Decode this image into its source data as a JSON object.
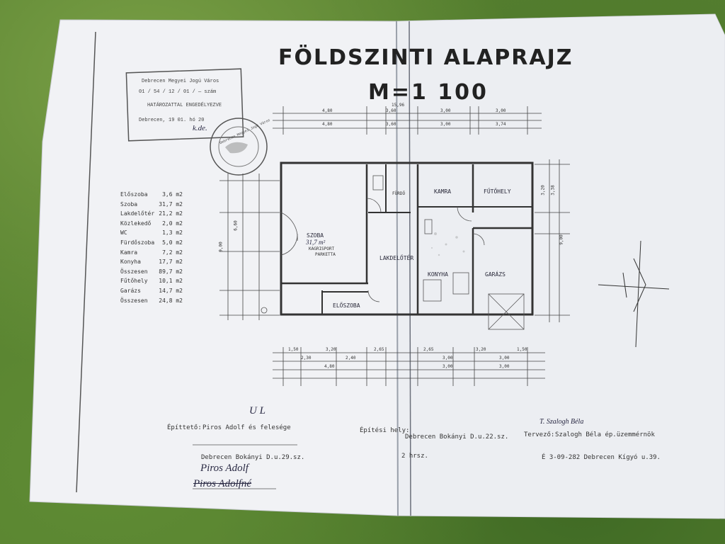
{
  "title": "FÖLDSZINTI ALAPRAJZ",
  "scale": "M=1 100",
  "stamp": {
    "line1": "Debrecen Megyei Jogú Város",
    "line2": "01 / 54 / 12 / 01 / — szám",
    "line3": "HATÁROZATTAL ENGEDÉLYEZVE",
    "line4": "Debrecen, 19 01. hó 20"
  },
  "seal_text": "Debrecen Megyei Jogú Város",
  "legend": [
    {
      "name": "Előszoba",
      "value": "3,6 m2"
    },
    {
      "name": "Szoba",
      "value": "31,7 m2"
    },
    {
      "name": "Lakdelőtér",
      "value": "21,2 m2"
    },
    {
      "name": "Közlekedő",
      "value": "2,0 m2"
    },
    {
      "name": "WC",
      "value": "1,3 m2"
    },
    {
      "name": "Fürdőszoba",
      "value": "5,0 m2"
    },
    {
      "name": "Kamra",
      "value": "7,2 m2"
    },
    {
      "name": "Konyha",
      "value": "17,7 m2"
    },
    {
      "name": "Összesen",
      "value": "89,7 m2"
    },
    {
      "name": "Fűtőhely",
      "value": "10,1 m2"
    },
    {
      "name": "Garázs",
      "value": "14,7 m2"
    },
    {
      "name": "Összesen",
      "value": "24,8 m2"
    }
  ],
  "rooms": {
    "szoba": "SZOBA",
    "szoba_area": "31,7 m²",
    "szoba_note1": "KAGRISPORT",
    "szoba_note2": "PARKETTA",
    "lakdeloter": "LAKDELŐTÉR",
    "kamra": "KAMRA",
    "futohely": "FŰTŐHELY",
    "konyha": "KONYHA",
    "garazs": "GARÁZS",
    "eloszoba": "ELŐSZOBA",
    "furdo": "FÜRDŐ"
  },
  "dimensions": {
    "top1": [
      "4,80",
      "3,60",
      "3,00",
      "3,00"
    ],
    "top2": [
      "4,80",
      "3,60",
      "3,00",
      "3,74"
    ],
    "bottom1": [
      "1,50",
      "3,20",
      "2,65",
      "2,65",
      "3,20",
      "1,50"
    ],
    "bottom2": [
      "2,30",
      "2,40",
      "3,00",
      "3,00"
    ],
    "bottom3": [
      "4,80",
      "3,00",
      "3,00"
    ],
    "left": [
      "6,60",
      "9,00"
    ],
    "right": [
      "3,20",
      "3,38",
      "9,00"
    ],
    "total": "15,96"
  },
  "footer": {
    "builder_label": "Építtető:",
    "builder_name": "Piros Adolf és felesége",
    "builder_addr": "Debrecen Bokányi D.u.29.sz.",
    "site_label": "Építési hely:",
    "site": "Debrecen Bokányi D.u.22.sz.",
    "hrsz": "2 hrsz.",
    "designer_label": "Tervező:",
    "designer": "Szalogh Béla ép.üzemmérnök",
    "designer_addr": "É 3-09-282 Debrecen Kígyó u.39."
  },
  "handwriting": {
    "stamp_sign": "k.de.",
    "sign1": "Piros Adolf",
    "sign2": "Piros Adolfné",
    "designer_sign": "T. Szalogh Béla",
    "margin_note": "U L"
  },
  "colors": {
    "paper": "#f2f3f6",
    "ink": "#2a2a3a",
    "tablecloth": "#567f2f"
  }
}
